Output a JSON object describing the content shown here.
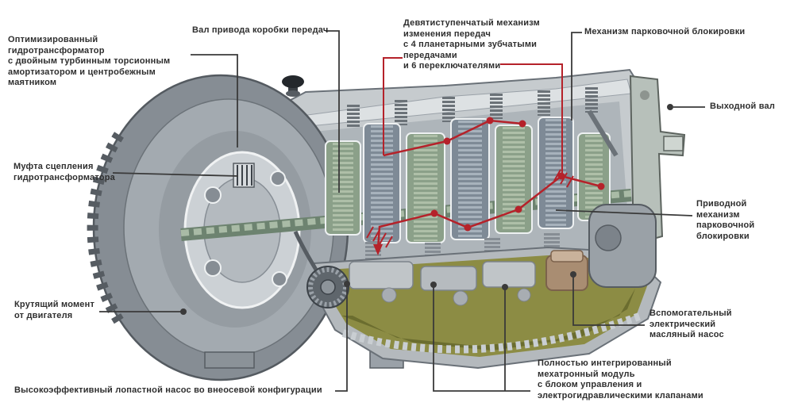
{
  "diagram": {
    "subject": "9-speed automatic transmission cutaway",
    "colors": {
      "annotation_red": "#b5222a",
      "leader_black": "#3a3a3a",
      "case_gray": "#9aa1a8",
      "oil_pan_olive": "#8c8c44",
      "gear_green": "#8ba089",
      "gear_bluegray": "#7e8a96",
      "aux_pump_brown": "#a98d72"
    },
    "labels": {
      "torque_converter": "Оптимизированный гидротрансформатор\nс двойным турбинным торсионным\nамортизатором и центробежным\nмаятником",
      "input_shaft": "Вал привода коробки передач",
      "gear_mechanism": "Девятиступенчатый механизм\nизменения передач\nс 4 планетарными зубчатыми\nпередачами\nи 6 переключателями",
      "parking_lock": "Механизм парковочной блокировки",
      "output_shaft": "Выходной вал",
      "converter_clutch": "Муфта сцепления\nгидротрансформатора",
      "parking_drive": "Приводной механизм\nпарковочной\nблокировки",
      "engine_torque": "Крутящий момент\nот двигателя",
      "aux_pump": "Вспомогательный\nэлектрический\nмасляный насос",
      "mechatronic": "Полностью интегрированный\nмехатронный модуль\nс блоком управления и\nэлектрогидравлическими клапанами",
      "vane_pump": "Высокоэффективный лопастной насос во внеосевой конфигурации"
    }
  }
}
